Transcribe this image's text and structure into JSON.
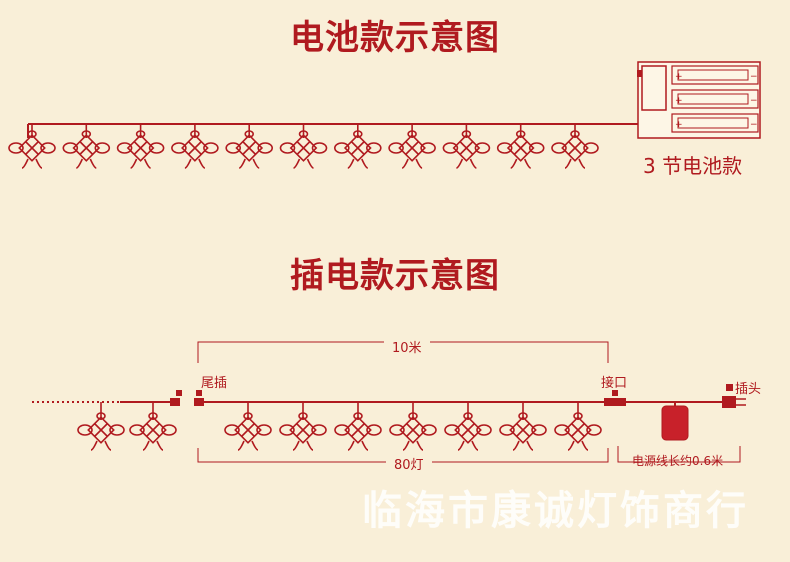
{
  "diagram": {
    "battery_section": {
      "title": "电池款示意图",
      "caption": "3 节电池款",
      "knot_count": 11
    },
    "plug_section": {
      "title": "插电款示意图",
      "length_label": "10米",
      "lights_label": "80灯",
      "tail_plug_label": "尾插",
      "connector_label": "接口",
      "plug_label": "插头",
      "cable_label": "电源线长约0.6米",
      "left_knot_count": 2,
      "right_knot_count": 7
    },
    "watermark": "临海市康诚灯饰商行"
  },
  "colors": {
    "accent": "#b01a1f",
    "background": "#f9efd8"
  }
}
